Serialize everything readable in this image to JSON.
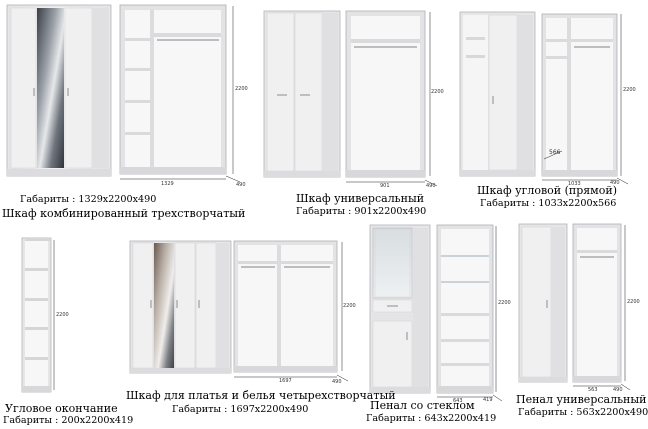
{
  "products": [
    {
      "id": "combined-3door",
      "dims_label": "Габариты : 1329x2200x490",
      "name": "Шкаф комбинированный трехстворчатый",
      "dim_width": "1329",
      "dim_height": "2200",
      "dim_depth": "490"
    },
    {
      "id": "universal",
      "name": "Шкаф универсальный",
      "dims_label": "Габариты : 901x2200x490",
      "dim_width": "901",
      "dim_height": "2200",
      "dim_depth": "490"
    },
    {
      "id": "corner-straight",
      "name": "Шкаф угловой (прямой)",
      "dims_label": "Габариты : 1033x2200x566",
      "dim_width": "1033",
      "dim_height": "2200",
      "dim_depth": "490",
      "dim_corner": "566"
    },
    {
      "id": "corner-end",
      "name": "Угловое окончание",
      "dims_label": "Габариты : 200x2200x419",
      "dim_height": "2200"
    },
    {
      "id": "wardrobe-4door",
      "name": "Шкаф для платья и белья четырехстворчатый",
      "dims_label": "Габариты : 1697x2200x490",
      "dim_width": "1697",
      "dim_height": "2200",
      "dim_depth": "490"
    },
    {
      "id": "pencil-glass",
      "name": "Пенал со стеклом",
      "dims_label": "Габариты : 643x2200x419",
      "dim_width": "643",
      "dim_height": "2200",
      "dim_depth": "419"
    },
    {
      "id": "pencil-universal",
      "name": "Пенал универсальный",
      "dims_label": "Габариты : 563x2200x490",
      "dim_width": "563",
      "dim_height": "2200",
      "dim_depth": "490"
    }
  ],
  "colors": {
    "body": "#e9e9ea",
    "interior": "#f6f6f6",
    "edge": "#a9a9ad",
    "mirror": "#7a7f86"
  }
}
